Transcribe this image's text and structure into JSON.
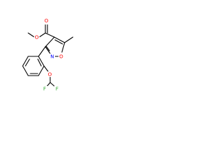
{
  "figure": {
    "colors": {
      "bond": "#000000",
      "carbon_label": "#000000",
      "oxygen": "#ff0000",
      "nitrogen": "#0000ff",
      "fluorine": "#33aa33",
      "background": "#ffffff"
    },
    "atoms": {
      "ester_oxygen": "O",
      "carbonyl_oxygen": "O",
      "ring_oxygen": "O",
      "ring_nitrogen": "N",
      "ether_oxygen": "O",
      "fluorine_left": "F",
      "fluorine_right": "F"
    }
  }
}
